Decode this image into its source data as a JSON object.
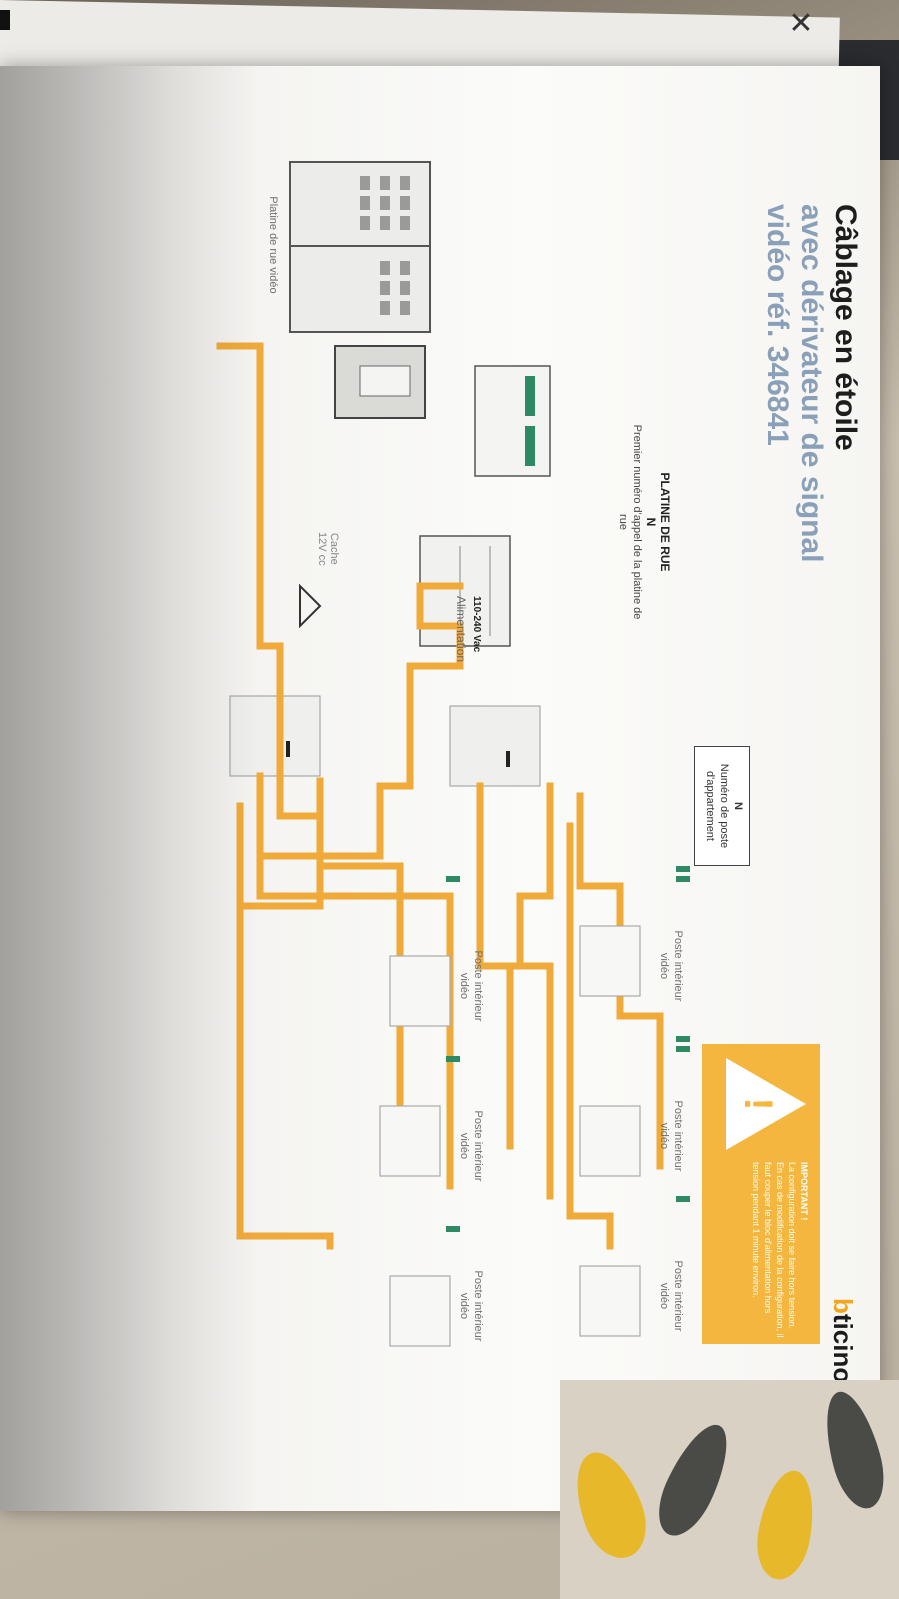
{
  "title": {
    "line1": "Câblage en étoile",
    "line2": "avec dérivateur de signal",
    "line3": "vidéo réf. 346841"
  },
  "brand": {
    "accent": "b",
    "rest": "ticino",
    "accent_color": "#f2a71b"
  },
  "warning": {
    "heading": "IMPORTANT !",
    "text": "La configuration doit se faire hors tension. En cas de modification de la configuration, il faut couper le bloc d'alimentation hors tension pendant 1 minute environ."
  },
  "labels": {
    "platine_title": "PLATINE DE RUE",
    "platine_n": "N",
    "platine_desc": "Premier numéro d'appel de la platine de rue",
    "platine_video": "Platine de rue vidéo",
    "apartment_n": "N",
    "apartment_desc": "Numéro de poste d'appartement",
    "poste": "Poste intérieur vidéo",
    "alimentation": "Alimentation",
    "voltage": "110-240 Vac",
    "cache": "Cache",
    "cache_voltage": "12V cc"
  },
  "colors": {
    "wire": "#f0aa3a",
    "warning_bg": "#f4b63f",
    "title_blue": "#8aa0b8"
  },
  "window": {
    "close_icon": "close-icon"
  }
}
